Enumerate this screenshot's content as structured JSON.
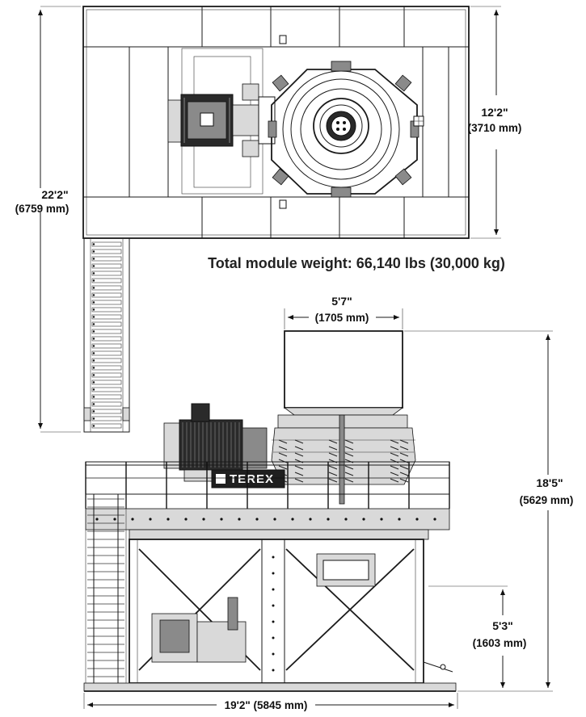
{
  "weight_title": "Total module weight:  66,140 lbs (30,000 kg)",
  "logo": "TEREX",
  "dimensions": {
    "plan_length": {
      "ft": "22'2\"",
      "mm": "(6759 mm)"
    },
    "plan_width": {
      "ft": "12'2\"",
      "mm": "(3710 mm)"
    },
    "top_width": {
      "ft": "5'7\"",
      "mm": "(1705 mm)"
    },
    "total_height": {
      "ft": "18'5\"",
      "mm": "(5629 mm)"
    },
    "deck_height": {
      "ft": "5'3\"",
      "mm": "(1603 mm)"
    },
    "base_length": "19'2\" (5845 mm)"
  }
}
